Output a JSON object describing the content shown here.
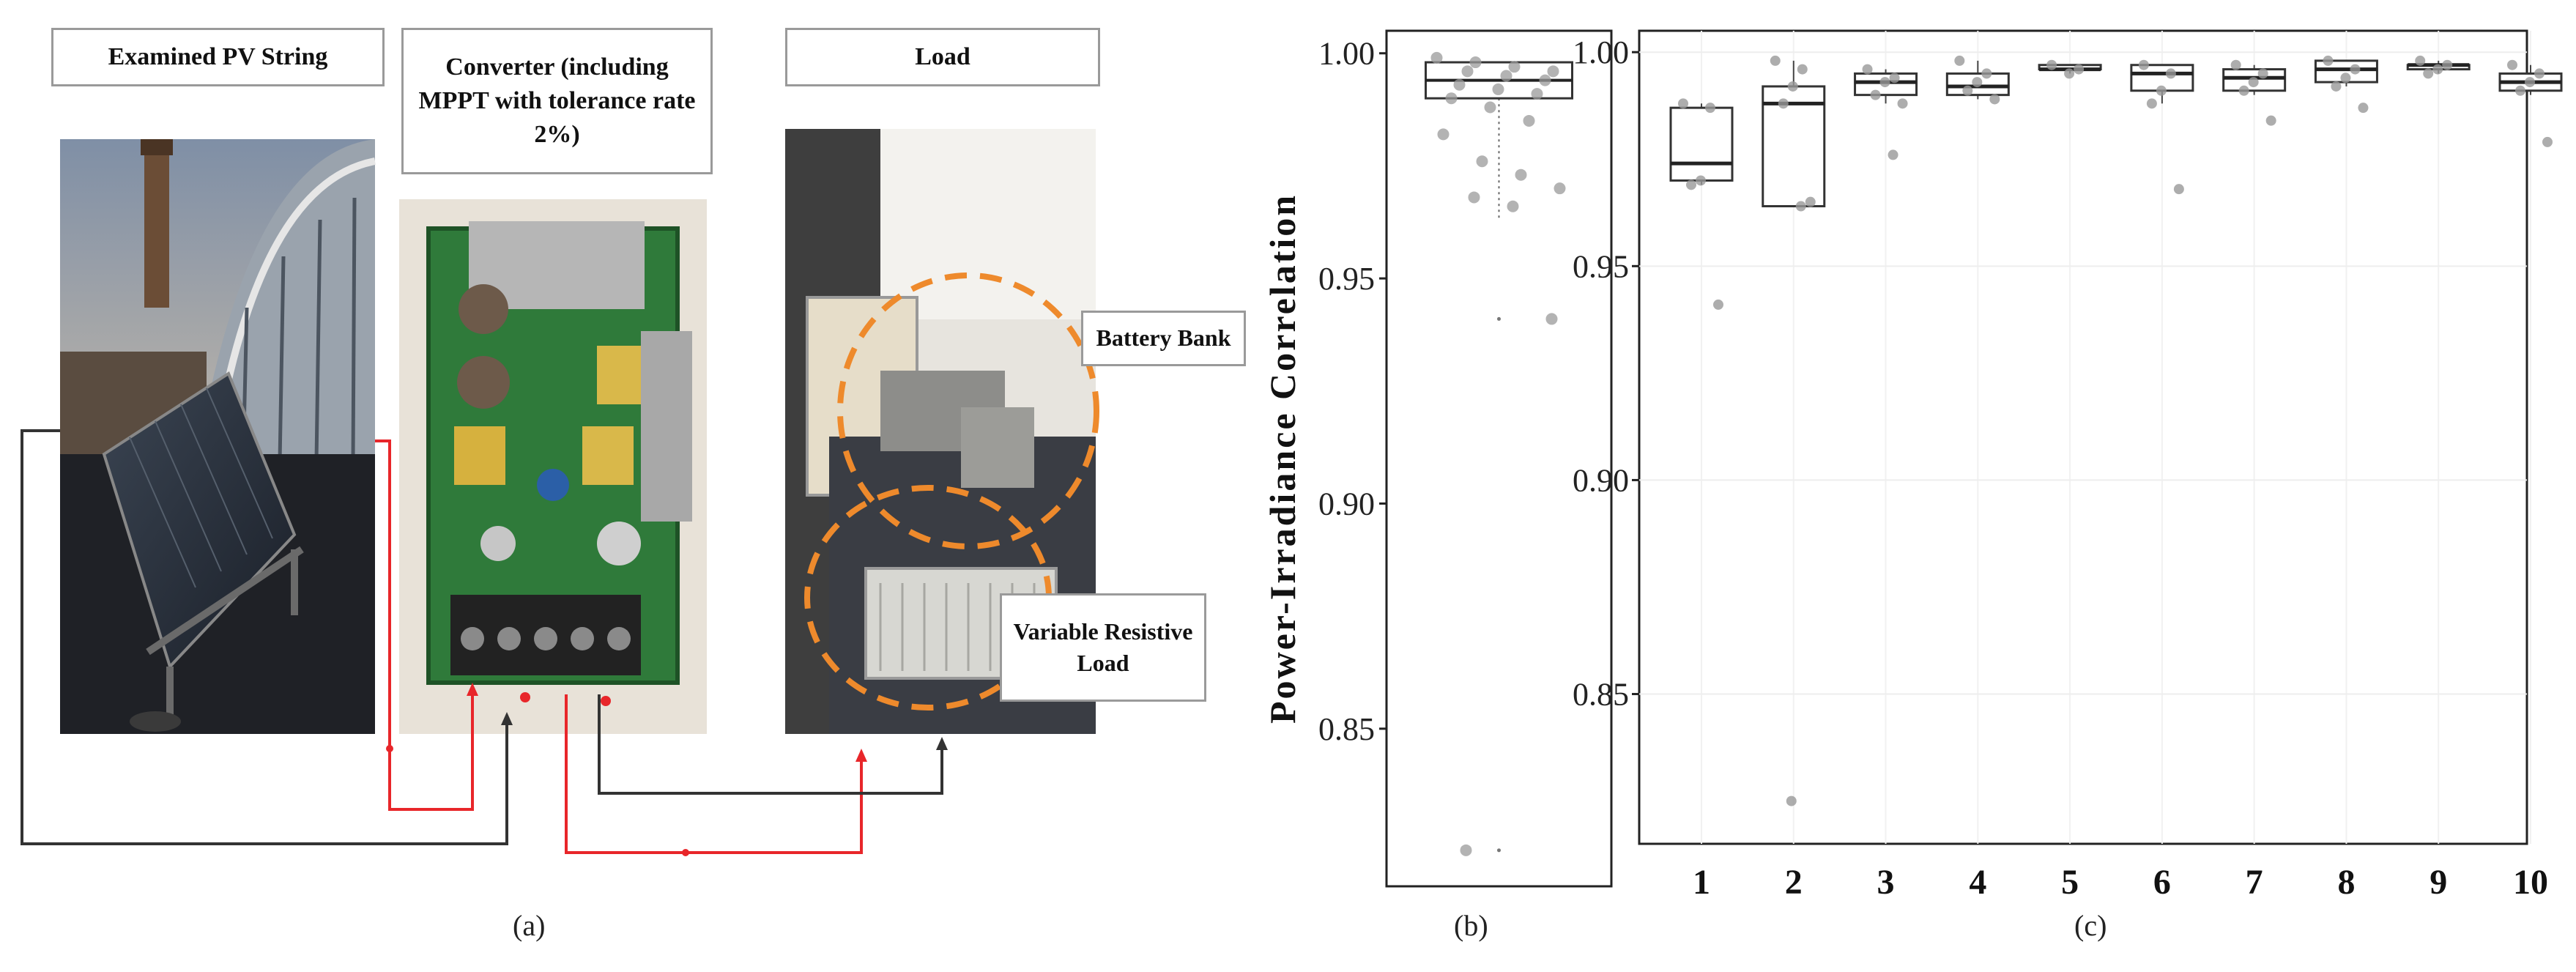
{
  "panel_a": {
    "label_pv": "Examined PV String",
    "label_converter": "Converter (including MPPT with tolerance rate 2%)",
    "label_load": "Load",
    "label_battery": "Battery Bank",
    "label_resistive": "Variable Resistive Load",
    "sublabel": "(a)"
  },
  "panel_b": {
    "sublabel": "(b)"
  },
  "panel_c": {
    "sublabel": "(c)"
  },
  "colors": {
    "wire_red": "#e8262a",
    "wire_black": "#333333",
    "box_fill": "#ffffff",
    "box_stroke": "#444444",
    "point": "#999999"
  },
  "chart_data": [
    {
      "type": "box",
      "panel": "b",
      "ylabel": "Power-Irradiance Correlation",
      "ylim": [
        0.815,
        1.005
      ],
      "yticks": [
        0.85,
        0.9,
        0.95,
        1.0
      ],
      "ytick_labels": [
        "0.85",
        "0.90",
        "0.95",
        "1.00"
      ],
      "box": {
        "min": 0.963,
        "q1": 0.99,
        "median": 0.994,
        "q3": 0.998,
        "max": 1.0
      },
      "outliers": [
        0.941,
        0.823
      ],
      "jitter_points": [
        0.999,
        0.998,
        0.997,
        0.996,
        0.996,
        0.995,
        0.994,
        0.993,
        0.992,
        0.991,
        0.99,
        0.988,
        0.985,
        0.982,
        0.976,
        0.973,
        0.97,
        0.968,
        0.966,
        0.941,
        0.823
      ]
    },
    {
      "type": "box",
      "panel": "c",
      "categories": [
        "1",
        "2",
        "3",
        "4",
        "5",
        "6",
        "7",
        "8",
        "9",
        "10"
      ],
      "ylim": [
        0.815,
        1.005
      ],
      "yticks": [
        0.85,
        0.9,
        0.95,
        1.0
      ],
      "ytick_labels": [
        "0.85",
        "0.90",
        "0.95",
        "1.00"
      ],
      "boxes": [
        {
          "min": 0.969,
          "q1": 0.97,
          "median": 0.974,
          "q3": 0.987,
          "max": 0.988,
          "outliers": [
            0.941
          ],
          "points": [
            0.988,
            0.987,
            0.97,
            0.969,
            0.941
          ]
        },
        {
          "min": 0.964,
          "q1": 0.964,
          "median": 0.988,
          "q3": 0.992,
          "max": 0.998,
          "outliers": [
            0.825
          ],
          "points": [
            0.998,
            0.996,
            0.992,
            0.988,
            0.965,
            0.964,
            0.825
          ]
        },
        {
          "min": 0.988,
          "q1": 0.99,
          "median": 0.993,
          "q3": 0.995,
          "max": 0.996,
          "outliers": [
            0.976
          ],
          "points": [
            0.996,
            0.994,
            0.993,
            0.99,
            0.988,
            0.976
          ]
        },
        {
          "min": 0.989,
          "q1": 0.99,
          "median": 0.992,
          "q3": 0.995,
          "max": 0.998,
          "outliers": [],
          "points": [
            0.998,
            0.995,
            0.993,
            0.991,
            0.989
          ]
        },
        {
          "min": 0.995,
          "q1": 0.996,
          "median": 0.996,
          "q3": 0.997,
          "max": 0.997,
          "outliers": [],
          "points": [
            0.997,
            0.996,
            0.995
          ]
        },
        {
          "min": 0.988,
          "q1": 0.991,
          "median": 0.995,
          "q3": 0.997,
          "max": 0.997,
          "outliers": [
            0.968
          ],
          "points": [
            0.997,
            0.995,
            0.991,
            0.988,
            0.968
          ]
        },
        {
          "min": 0.99,
          "q1": 0.991,
          "median": 0.994,
          "q3": 0.996,
          "max": 0.997,
          "outliers": [
            0.984
          ],
          "points": [
            0.997,
            0.995,
            0.993,
            0.991,
            0.984
          ]
        },
        {
          "min": 0.992,
          "q1": 0.993,
          "median": 0.996,
          "q3": 0.998,
          "max": 0.998,
          "outliers": [
            0.987
          ],
          "points": [
            0.998,
            0.996,
            0.994,
            0.992,
            0.987
          ]
        },
        {
          "min": 0.995,
          "q1": 0.996,
          "median": 0.997,
          "q3": 0.997,
          "max": 0.998,
          "outliers": [],
          "points": [
            0.998,
            0.997,
            0.996,
            0.995
          ]
        },
        {
          "min": 0.99,
          "q1": 0.991,
          "median": 0.993,
          "q3": 0.995,
          "max": 0.997,
          "outliers": [
            0.979
          ],
          "points": [
            0.997,
            0.995,
            0.993,
            0.991,
            0.979
          ]
        }
      ]
    }
  ]
}
